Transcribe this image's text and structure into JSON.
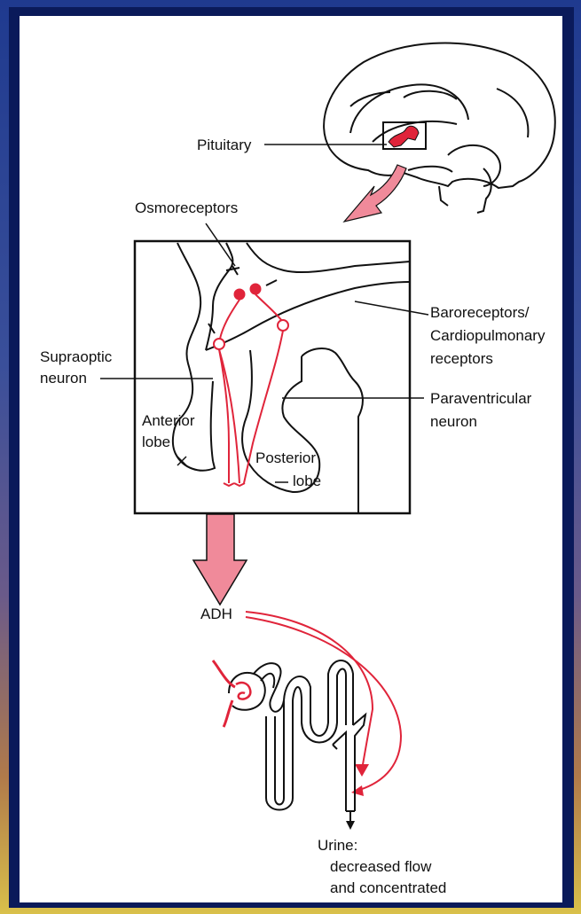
{
  "colors": {
    "accent_red": "#e0243a",
    "arrow_pink": "#f08a9a",
    "ink": "#111111",
    "panel_bg": "#ffffff",
    "frame_blue": "#0a1a5a"
  },
  "labels": {
    "pituitary": "Pituitary",
    "osmoreceptors": "Osmoreceptors",
    "baroreceptors_line1": "Baroreceptors/",
    "baroreceptors_line2": "Cardiopulmonary",
    "baroreceptors_line3": "receptors",
    "supraoptic_line1": "Supraoptic",
    "supraoptic_line2": "neuron",
    "paraventricular_line1": "Paraventricular",
    "paraventricular_line2": "neuron",
    "anterior_line1": "Anterior",
    "anterior_line2": "lobe",
    "posterior_line1": "Posterior",
    "posterior_line2": "lobe",
    "adh": "ADH",
    "urine_line1": "Urine:",
    "urine_line2": "decreased flow",
    "urine_line3": "and concentrated"
  }
}
